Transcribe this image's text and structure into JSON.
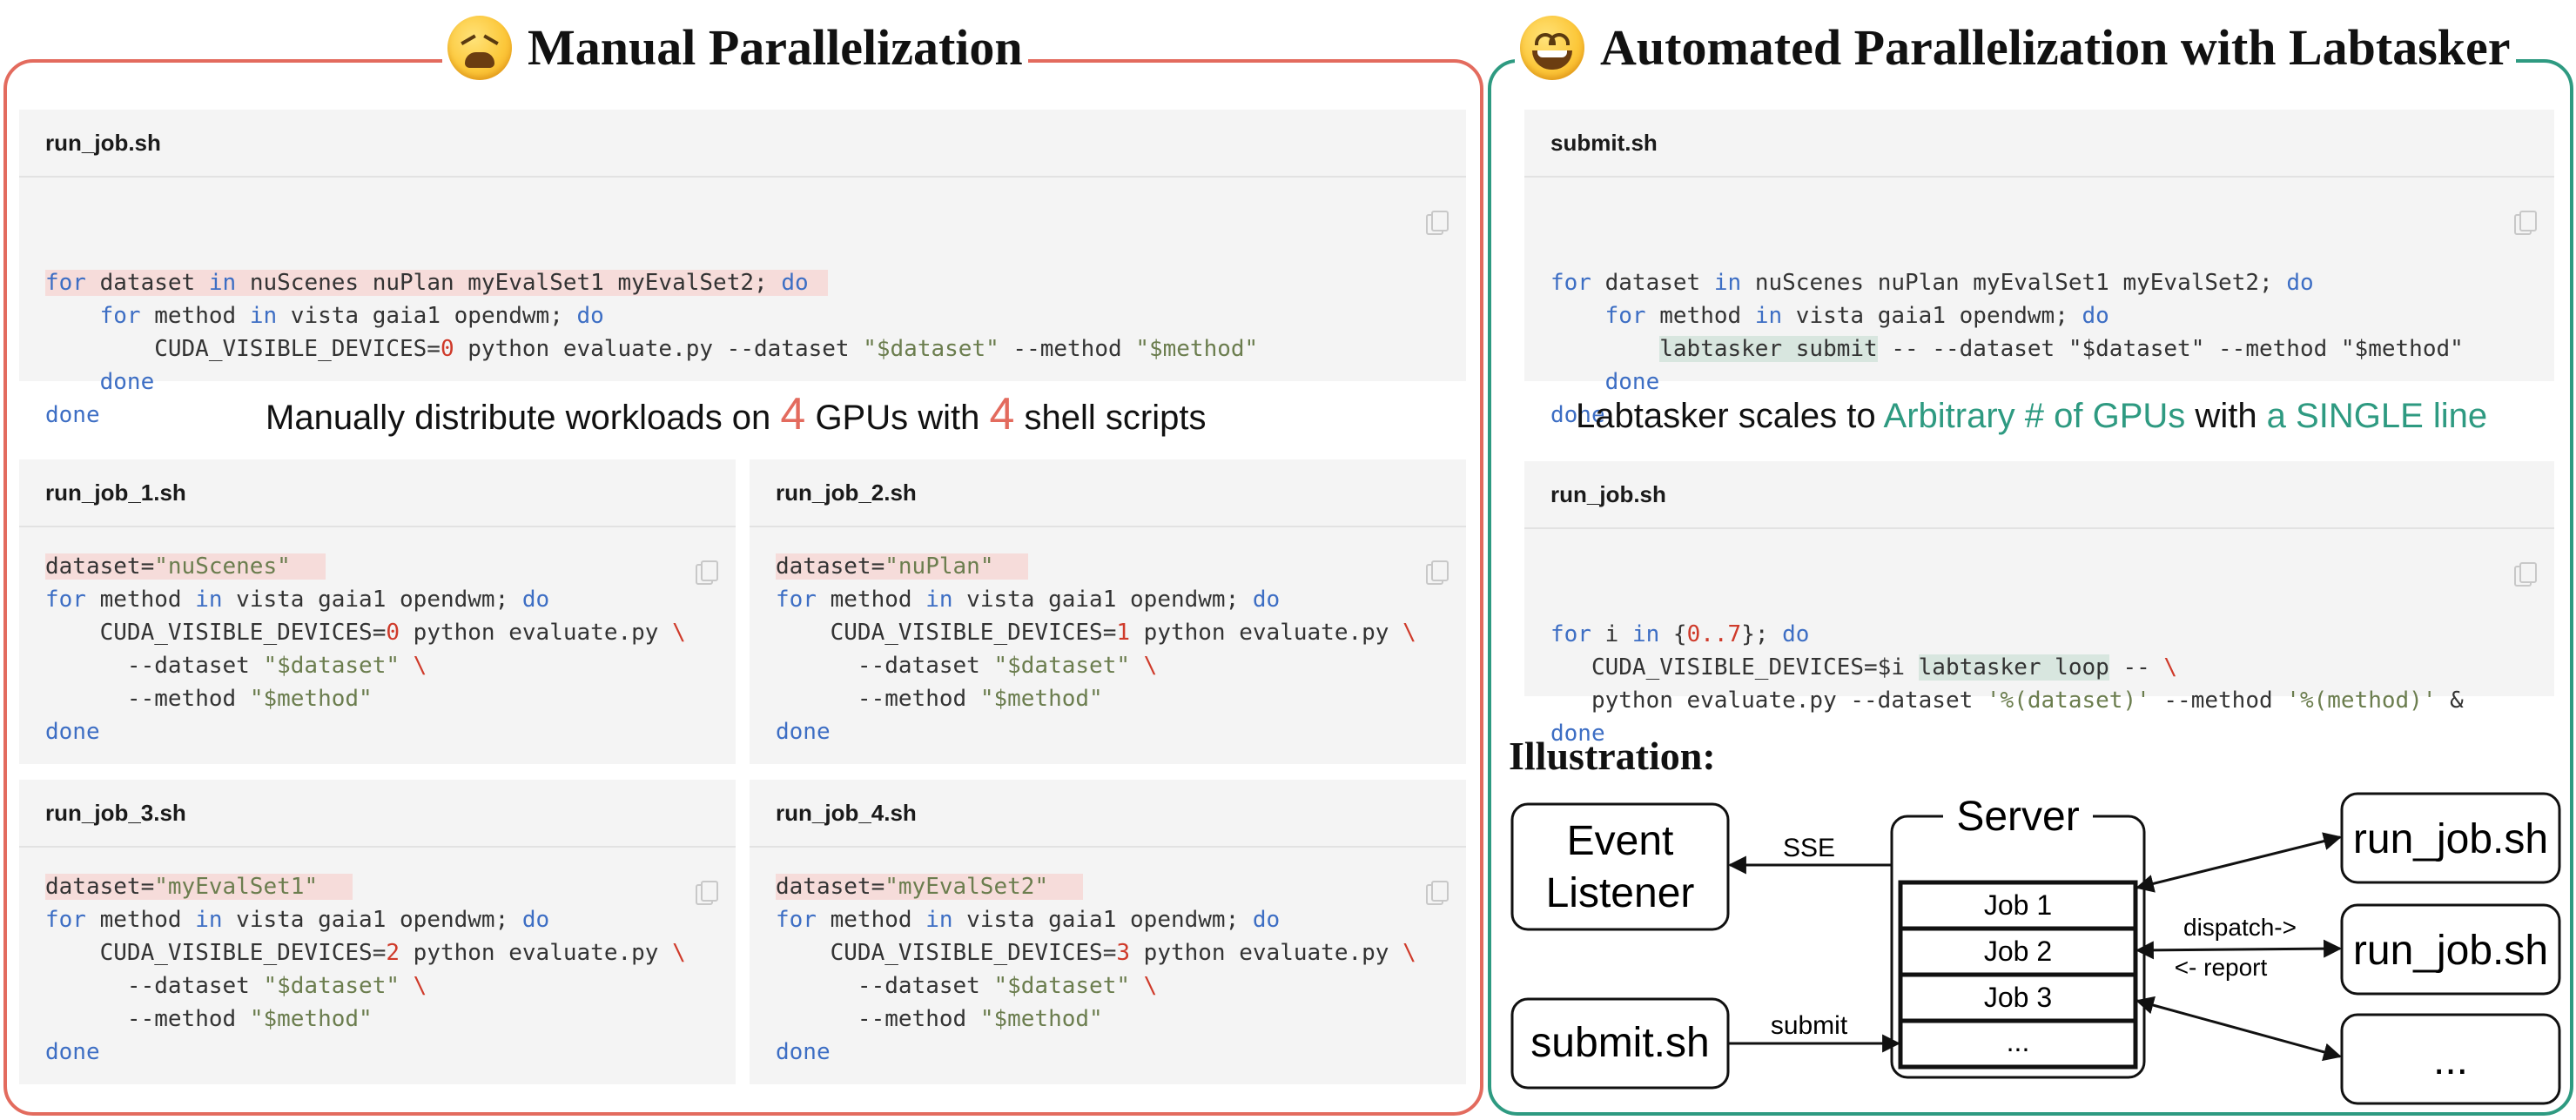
{
  "left": {
    "title": "Manual Parallelization",
    "main_script": {
      "filename": "run_job.sh",
      "lines": [
        "for dataset in nuScenes nuPlan myEvalSet1 myEvalSet2; do",
        "    for method in vista gaia1 opendwm; do",
        "        CUDA_VISIBLE_DEVICES=0 python evaluate.py --dataset \"$dataset\" --method \"$method\"",
        "    done",
        "done"
      ]
    },
    "caption": {
      "p1": "Manually distribute workloads on ",
      "n1": "4",
      "p2": " GPUs with ",
      "n2": "4",
      "p3": " shell scripts"
    },
    "scripts": [
      {
        "filename": "run_job_1.sh",
        "dataset": "nuScenes",
        "gpu": "0"
      },
      {
        "filename": "run_job_2.sh",
        "dataset": "nuPlan",
        "gpu": "1"
      },
      {
        "filename": "run_job_3.sh",
        "dataset": "myEvalSet1",
        "gpu": "2"
      },
      {
        "filename": "run_job_4.sh",
        "dataset": "myEvalSet2",
        "gpu": "3"
      }
    ],
    "tokens": {
      "dataset_assign": "dataset=",
      "for_method": "for method in vista gaia1 opendwm; do",
      "cuda_prefix": "CUDA_VISIBLE_DEVICES=",
      "python_eval": " python evaluate.py ",
      "backslash": "\\",
      "dataset_arg": "--dataset ",
      "dataset_var": "\"$dataset\"",
      "method_arg": "--method ",
      "method_var": "\"$method\"",
      "done": "done"
    }
  },
  "right": {
    "title": "Automated Parallelization with Labtasker",
    "submit_script": {
      "filename": "submit.sh",
      "line1": "for dataset in nuScenes nuPlan myEvalSet1 myEvalSet2; do",
      "line2": "for method in vista gaia1 opendwm; do",
      "line3_cmd": "labtasker submit",
      "line3_rest": " -- --dataset \"$dataset\" --method \"$method\"",
      "line4": "done",
      "line5": "done"
    },
    "caption": {
      "p1": "Labtasker scales to ",
      "t1": "Arbitrary # of GPUs",
      "p2": " with ",
      "t2": "a SINGLE line"
    },
    "run_script": {
      "filename": "run_job.sh",
      "line1_a": "for i in {",
      "line1_b": "0..7",
      "line1_c": "}; do",
      "line2_a": "CUDA_VISIBLE_DEVICES=$i ",
      "line2_cmd": "labtasker loop",
      "line2_c": " -- ",
      "line2_d": "\\",
      "line3_a": "python evaluate.py --dataset ",
      "line3_b": "'%(dataset)'",
      "line3_c": " --method ",
      "line3_d": "'%(method)'",
      "line3_e": " &",
      "line4": "done"
    },
    "illustration": {
      "title": "Illustration:",
      "event_listener_1": "Event",
      "event_listener_2": "Listener",
      "sse": "SSE",
      "server": "Server",
      "jobs": [
        "Job 1",
        "Job 2",
        "Job 3",
        "..."
      ],
      "submit_box": "submit.sh",
      "submit_label": "submit",
      "dispatch": "dispatch->",
      "report": "<- report",
      "workers": [
        "run_job.sh",
        "run_job.sh",
        "..."
      ]
    }
  },
  "colors": {
    "left_accent": "#e36b5e",
    "right_accent": "#2e9a81",
    "keyword": "#3d6ec4",
    "string": "#6b7d4e",
    "number": "#cf3a2a"
  }
}
